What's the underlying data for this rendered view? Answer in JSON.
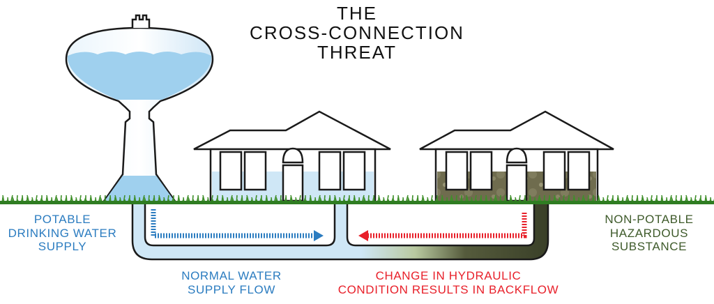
{
  "title": {
    "line1": "THE",
    "line2": "CROSS-CONNECTION",
    "line3": "THREAT"
  },
  "labels": {
    "potable": {
      "line1": "POTABLE",
      "line2": "DRINKING WATER",
      "line3": "SUPPLY"
    },
    "normal_flow": {
      "line1": "NORMAL WATER",
      "line2": "SUPPLY FLOW"
    },
    "backflow": {
      "line1": "CHANGE IN HYDRAULIC",
      "line2": "CONDITION RESULTS IN BACKFLOW"
    },
    "non_potable": {
      "line1": "NON-POTABLE",
      "line2": "HAZARDOUS",
      "line3": "SUBSTANCE"
    }
  },
  "colors": {
    "potable_blue": "#2b7cc0",
    "backflow_red": "#e8202a",
    "hazard_green": "#3e5a2a",
    "water_light": "#d6ecf8",
    "hazard_fill": "#6f6c4e",
    "grass": "#3f8f2a"
  }
}
